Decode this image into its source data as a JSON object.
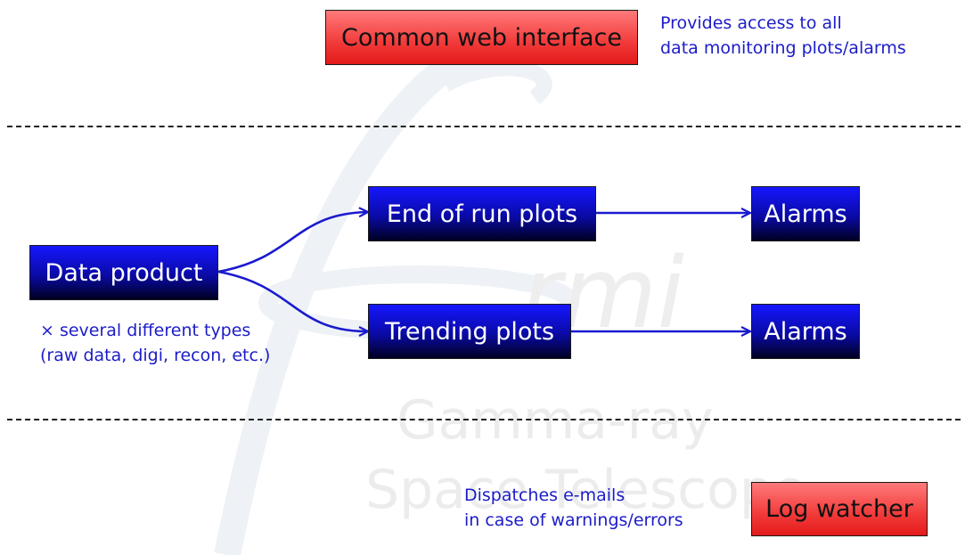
{
  "boxes": {
    "common_web_interface": "Common web interface",
    "end_of_run_plots": "End of run plots",
    "trending_plots": "Trending plots",
    "alarms_top": "Alarms",
    "alarms_bottom": "Alarms",
    "data_product": "Data product",
    "log_watcher": "Log watcher"
  },
  "notes": {
    "web_interface_line1": "Provides access to all",
    "web_interface_line2": "data monitoring plots/alarms",
    "data_product_line1": "× several different types",
    "data_product_line2": "(raw data, digi, recon, etc.)",
    "log_watcher_line1": "Dispatches e-mails",
    "log_watcher_line2": "in case of warnings/errors"
  },
  "watermark": {
    "logo_text": "rmi",
    "line1": "Gamma-ray",
    "line2": "Space Telescope"
  },
  "colors": {
    "box_blue": "#0a0aa6",
    "box_red": "#f23a3a",
    "note_text": "#1c1cc8",
    "arrow": "#1a1ad0"
  }
}
